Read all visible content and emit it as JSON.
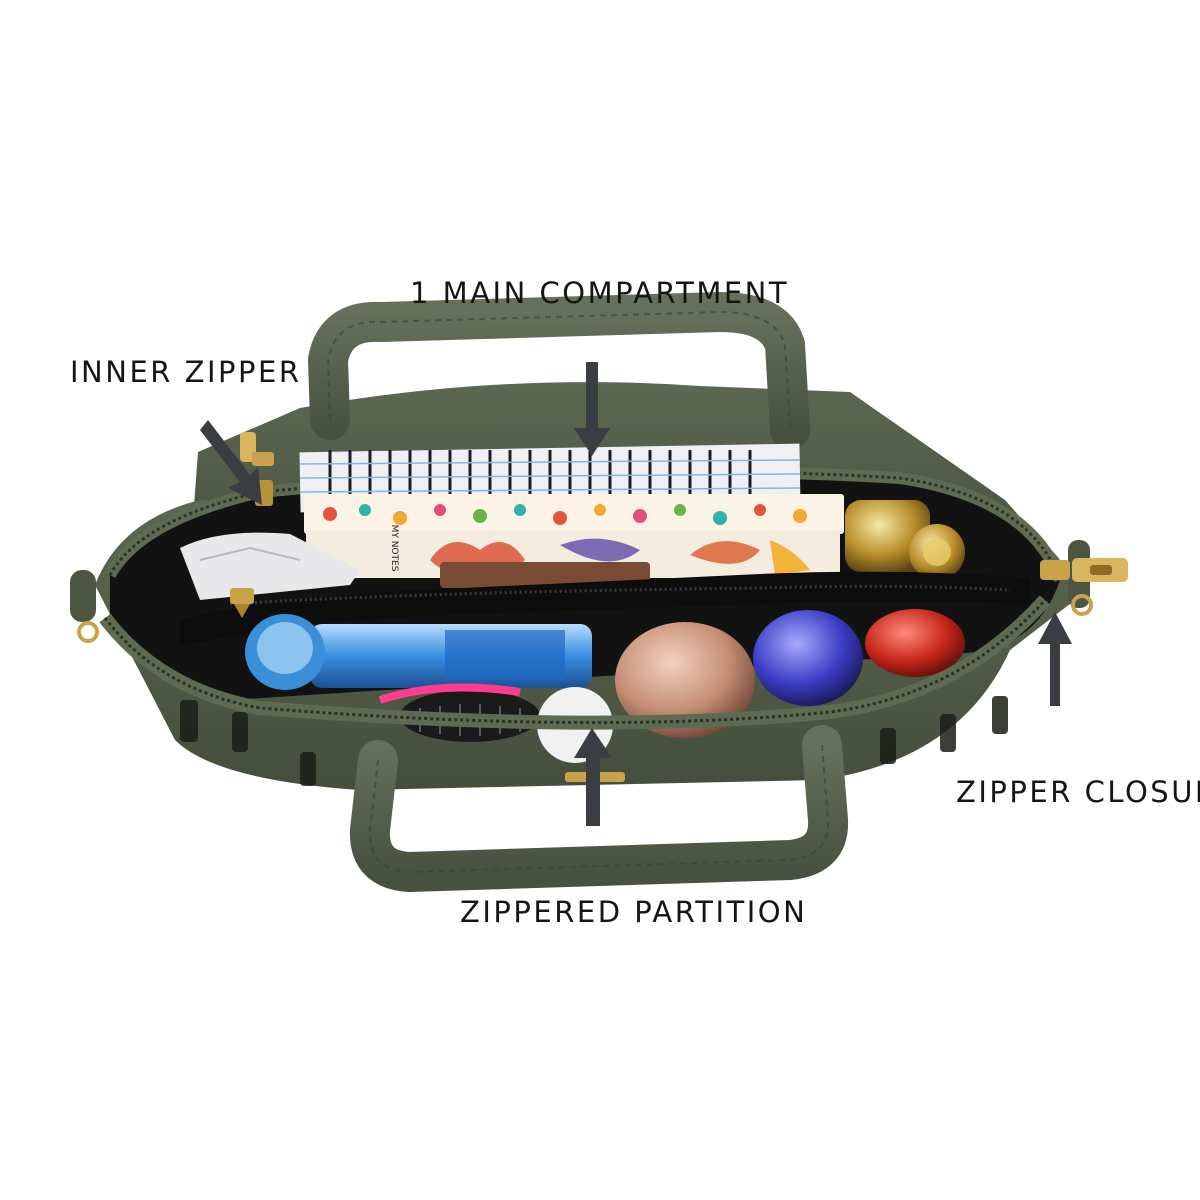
{
  "labels": {
    "main_compartment": "1 MAIN COMPARTMENT",
    "inner_zipper": "INNER ZIPPER",
    "zipper_closure": "ZIPPER CLOSURE",
    "zippered_partition": "ZIPPERED PARTITION"
  },
  "notebook_text": "MY NOTES",
  "colors": {
    "background": "#ffffff",
    "bag_olive": "#4f5a45",
    "bag_dark": "#3a4233",
    "lining": "#121212",
    "hardware_gold": "#c9a24a",
    "label_text": "#151515",
    "arrow": "#3a3d42"
  }
}
